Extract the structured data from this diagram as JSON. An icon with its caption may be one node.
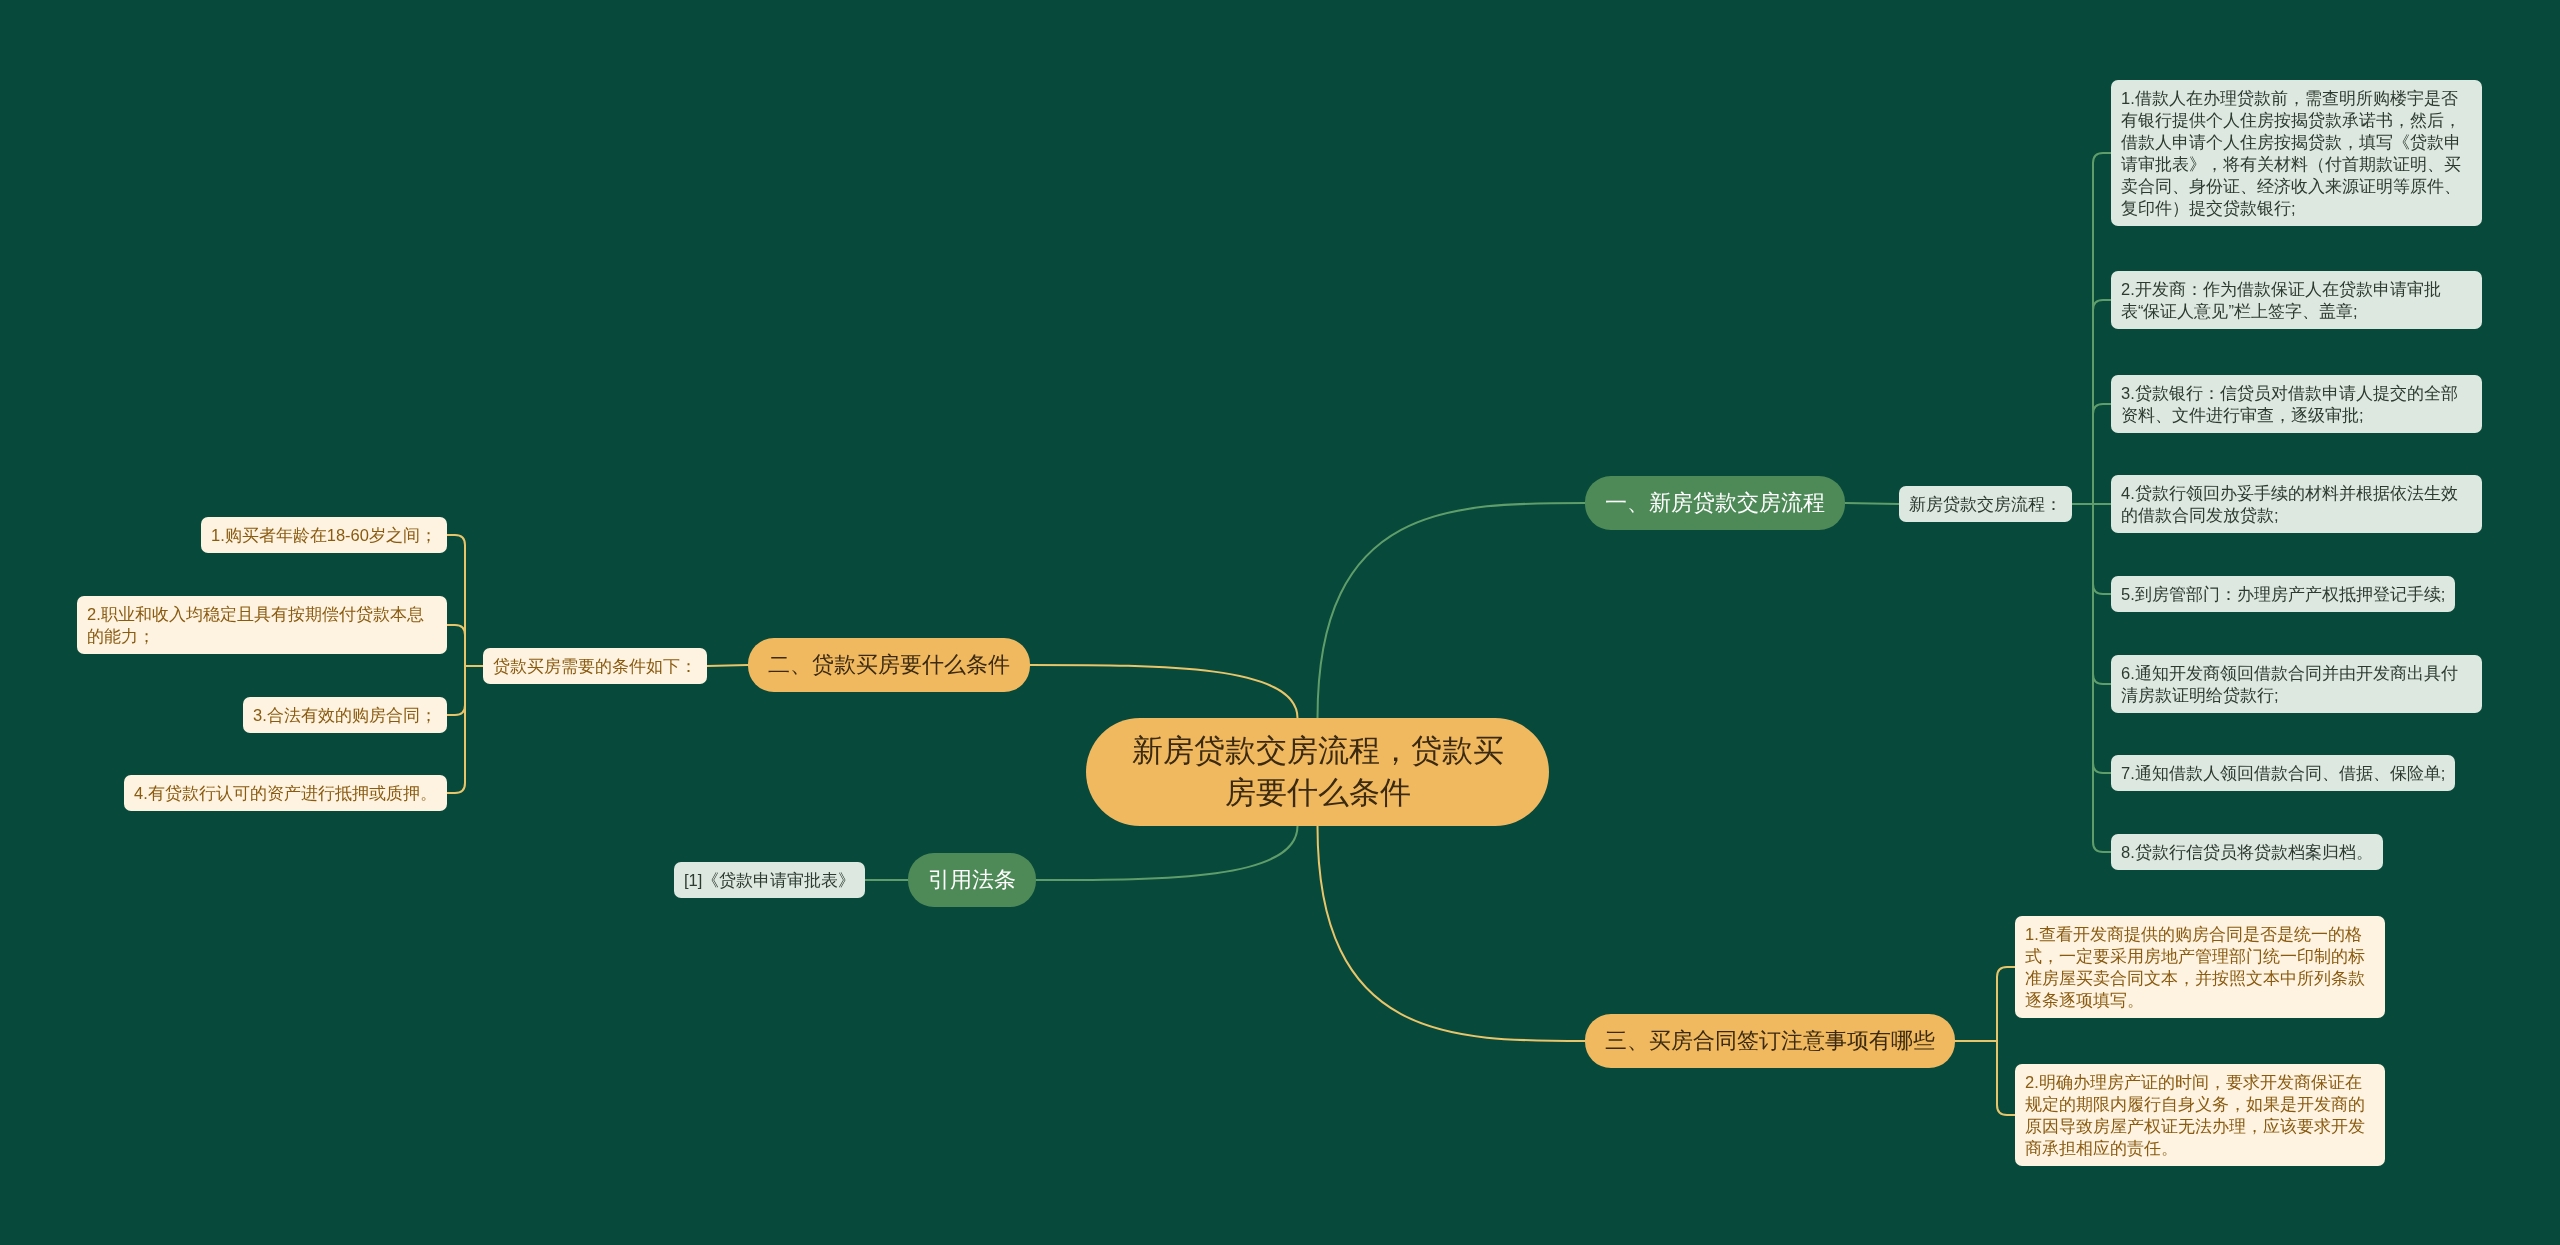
{
  "diagram": {
    "nodes": [
      {
        "text": [
          "新房贷款交房流程，贷款买房要什么条件"
        ]
      },
      {
        "text": [
          "一、新房贷款交房流程"
        ]
      },
      {
        "text": [
          "新房贷款交房流程："
        ]
      },
      {
        "text": [
          "1.借款人在办理贷款前，需查明所购楼宇是否有银行提供个人住房按揭贷款承诺书，然后，借款人申请个人住房按揭贷款，填写《贷款申请审批表》，将有关材料（付首期款证明、买卖合同、身份证、经济收入来源证明等原件、复印件）提交贷款银行;"
        ]
      },
      {
        "text": [
          "2.开发商：作为借款保证人在贷款申请审批表“保证人意见”栏上签字、盖章;"
        ]
      },
      {
        "text": [
          "3.贷款银行：信贷员对借款申请人提交的全部资料、文件进行审查，逐级审批;"
        ]
      },
      {
        "text": [
          "4.贷款行领回办妥手续的材料并根据依法生效的借款合同发放贷款;"
        ]
      },
      {
        "text": [
          "5.到房管部门：办理房产产权抵押登记手续;"
        ]
      },
      {
        "text": [
          "6.通知开发商领回借款合同并由开发商出具付清房款证明给贷款行;"
        ]
      },
      {
        "text": [
          "7.通知借款人领回借款合同、借据、保险单;"
        ]
      },
      {
        "text": [
          "8.贷款行信贷员将贷款档案归档。"
        ]
      },
      {
        "text": [
          "三、买房合同签订注意事项有哪些"
        ]
      },
      {
        "text": [
          "1.查看开发商提供的购房合同是否是统一的格式，一定要采用房地产管理部门统一印制的标准房屋买卖合同文本，并按照文本中所列条款逐条逐项填写。"
        ]
      },
      {
        "text": [
          "2.明确办理房产证的时间，要求开发商保证在规定的期限内履行自身义务，如果是开发商的原因导致房屋产权证无法办理，应该要求开发商承担相应的责任。"
        ]
      },
      {
        "text": [
          "二、贷款买房要什么条件"
        ]
      },
      {
        "text": [
          "贷款买房需要的条件如下："
        ]
      },
      {
        "text": [
          "1.购买者年龄在18-60岁之间；"
        ]
      },
      {
        "text": [
          "2.职业和收入均稳定且具有按期偿付贷款本息的能力；"
        ]
      },
      {
        "text": [
          "3.合法有效的购房合同；"
        ]
      },
      {
        "text": [
          "4.有贷款行认可的资产进行抵押或质押。"
        ]
      },
      {
        "text": [
          "引用法条"
        ]
      },
      {
        "text": [
          "[1]《贷款申请审批表》"
        ]
      }
    ],
    "edges": [
      {
        "from": 0,
        "to": 1,
        "arrow": "none"
      },
      {
        "from": 1,
        "to": 2,
        "arrow": "none"
      },
      {
        "from": 2,
        "to": 3,
        "arrow": "none"
      },
      {
        "from": 2,
        "to": 4,
        "arrow": "none"
      },
      {
        "from": 2,
        "to": 5,
        "arrow": "none"
      },
      {
        "from": 2,
        "to": 6,
        "arrow": "none"
      },
      {
        "from": 2,
        "to": 7,
        "arrow": "none"
      },
      {
        "from": 2,
        "to": 8,
        "arrow": "none"
      },
      {
        "from": 2,
        "to": 9,
        "arrow": "none"
      },
      {
        "from": 2,
        "to": 10,
        "arrow": "none"
      },
      {
        "from": 0,
        "to": 11,
        "arrow": "none",
        "color": "#e8c56a"
      },
      {
        "from": 11,
        "to": 12,
        "arrow": "none",
        "color": "#e8c56a"
      },
      {
        "from": 11,
        "to": 13,
        "arrow": "none",
        "color": "#e8c56a"
      },
      {
        "from": 0,
        "to": 14,
        "arrow": "none",
        "color": "#e8c56a"
      },
      {
        "from": 14,
        "to": 15,
        "arrow": "none",
        "color": "#e8c56a"
      },
      {
        "from": 15,
        "to": 16,
        "arrow": "none",
        "color": "#e8c56a"
      },
      {
        "from": 15,
        "to": 17,
        "arrow": "none",
        "color": "#e8c56a"
      },
      {
        "from": 15,
        "to": 18,
        "arrow": "none",
        "color": "#e8c56a"
      },
      {
        "from": 15,
        "to": 19,
        "arrow": "none",
        "color": "#e8c56a"
      },
      {
        "from": 0,
        "to": 20,
        "arrow": "none"
      },
      {
        "from": 20,
        "to": 21,
        "arrow": "none"
      }
    ]
  }
}
